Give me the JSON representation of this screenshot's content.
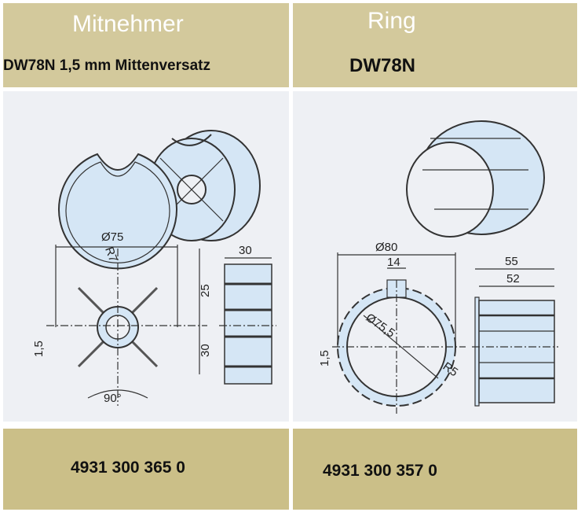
{
  "left": {
    "title": "Mitnehmer",
    "subtitle": "DW78N 1,5 mm Mittenversatz",
    "part_number": "4931 300 365 0",
    "dims": {
      "diameter": "Ø75",
      "radius": "R7",
      "width": "30",
      "upper": "25",
      "lower": "30",
      "offset": "1,5",
      "angle": "90°"
    }
  },
  "right": {
    "title": "Ring",
    "subtitle": "DW78N",
    "part_number": "4931 300 357 0",
    "dims": {
      "diameter": "Ø80",
      "slot": "14",
      "inner": "Ø75,5",
      "radius": "R5",
      "total_width": "55",
      "width": "52",
      "offset": "1,5"
    }
  },
  "colors": {
    "header": "#d3c99c",
    "footer": "#cbbf88",
    "drawing_bg": "#eef0f4",
    "part_fill": "#d5e6f5"
  }
}
